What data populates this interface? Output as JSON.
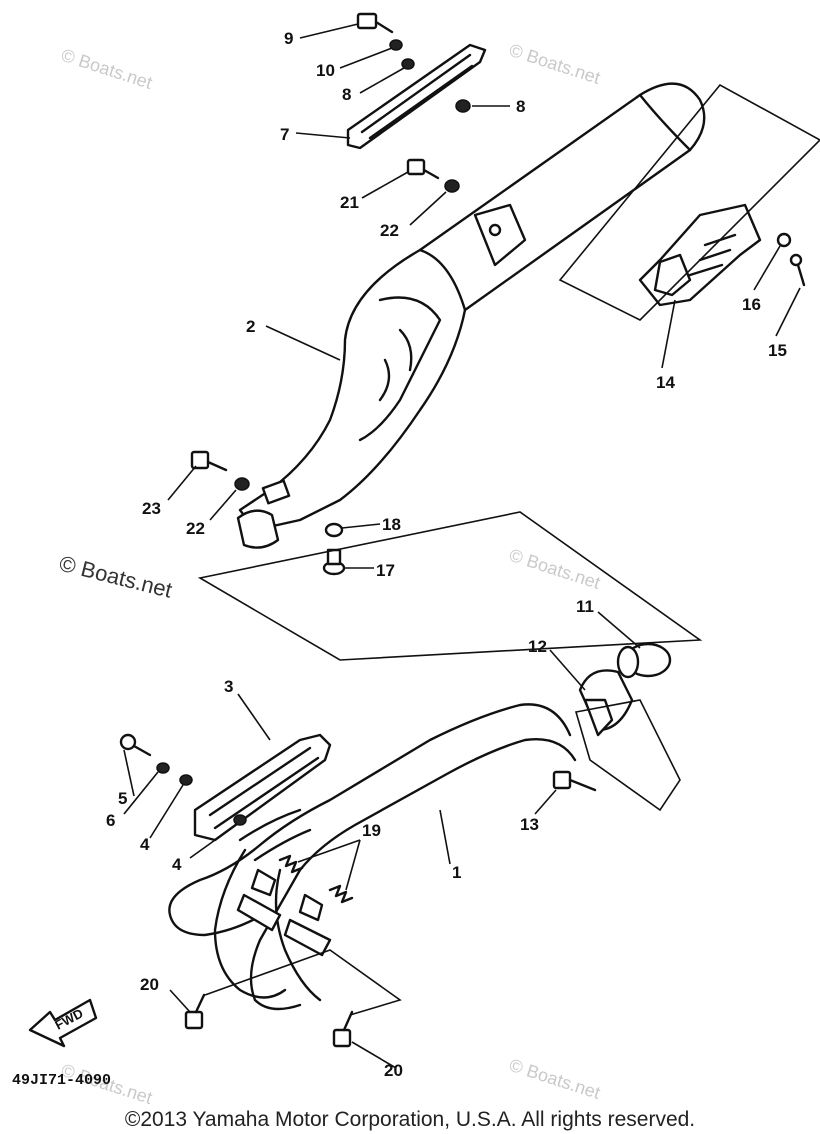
{
  "watermark": {
    "small": "© Boats.net",
    "large": "© Boats.net"
  },
  "diagram_code": "49JI71-4090",
  "copyright": "©2013 Yamaha Motor Corporation, U.S.A. All rights reserved.",
  "fwd_label": "FWD",
  "callouts": {
    "c9": "9",
    "c10": "10",
    "c8a": "8",
    "c8b": "8",
    "c7": "7",
    "c21": "21",
    "c22a": "22",
    "c2": "2",
    "c16": "16",
    "c15": "15",
    "c14": "14",
    "c23": "23",
    "c22b": "22",
    "c18": "18",
    "c17": "17",
    "c11": "11",
    "c12": "12",
    "c3": "3",
    "c5": "5",
    "c6": "6",
    "c4a": "4",
    "c4b": "4",
    "c13": "13",
    "c19": "19",
    "c1": "1",
    "c20a": "20",
    "c20b": "20"
  }
}
